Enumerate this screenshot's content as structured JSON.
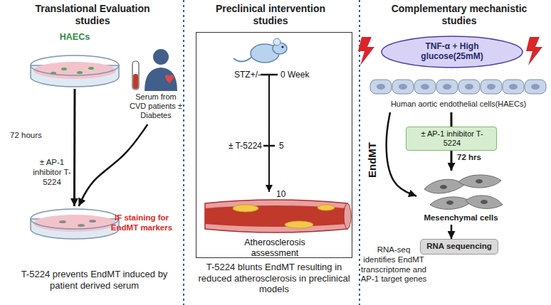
{
  "diagram": {
    "nodes": [
      {
        "text": [
          "HAECs"
        ]
      },
      {
        "text": [
          "Serum from CVD patients ± Diabetes"
        ]
      },
      {
        "text": [
          "IF staining for EndMT markers"
        ]
      },
      {
        "text": [
          "STZ+/-",
          "0 Week",
          "± T-5224",
          "5",
          "10",
          "Atherosclerosis assessment"
        ]
      },
      {
        "text": [
          "TNF-α + High glucose(25mM)"
        ]
      },
      {
        "text": [
          "Human aortic endothelial cells(HAECs)"
        ]
      },
      {
        "text": [
          "± AP-1 inhibitor T-5224"
        ]
      },
      {
        "text": [
          "Mesenchymal cells"
        ]
      },
      {
        "text": [
          "RNA sequencing"
        ]
      }
    ],
    "edges": [
      {
        "from": 0,
        "to": 2,
        "arrow": "to"
      },
      {
        "from": 1,
        "to": 2,
        "arrow": "to"
      },
      {
        "from": 5,
        "to": 6,
        "arrow": "none"
      },
      {
        "from": 6,
        "to": 7,
        "arrow": "to"
      },
      {
        "from": 5,
        "to": 7,
        "label": "EndMT",
        "arrow": "to"
      },
      {
        "from": 7,
        "to": 8,
        "arrow": "to"
      }
    ],
    "labels": [
      "Translational Evaluation studies",
      "Preclinical intervention studies",
      "Complementary mechanistic studies",
      "72 hours",
      "± AP-1 inhibitor T-5224",
      "72 hrs",
      "T-5224 prevents EndMT induced by patient derived serum",
      "T-5224 blunts EndMT resulting in reduced atherosclerosis in preclinical models",
      "RNA-seq identifies EndMT transcriptome and AP-1 target genes"
    ]
  }
}
